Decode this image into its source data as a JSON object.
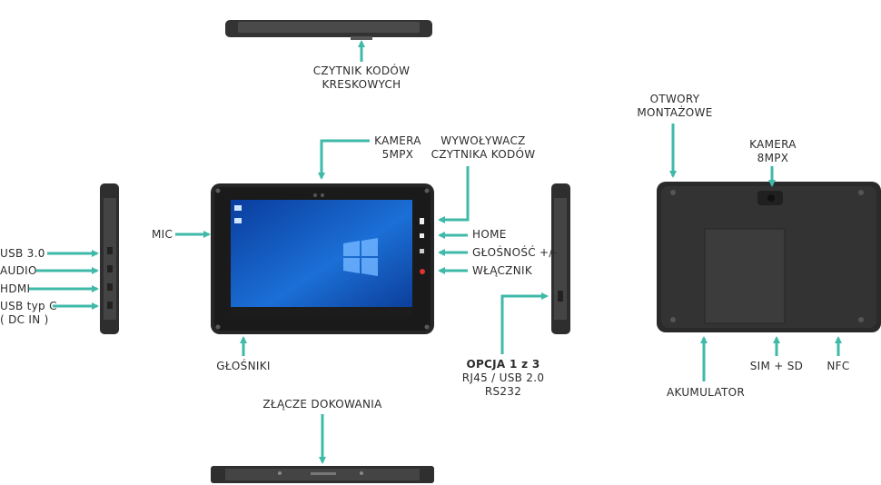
{
  "colors": {
    "arrow": "#3fb9a8",
    "device_dark": "#2a2a2a",
    "device_mid": "#3a3a3a",
    "screen": "#1e63c8"
  },
  "labels": {
    "barcode_reader": [
      "CZYTNIK KODÓW",
      "KRESKOWYCH"
    ],
    "camera_front": [
      "KAMERA",
      "5MPX"
    ],
    "barcode_trigger": [
      "WYWOŁYWACZ",
      "CZYTNIKA KODÓW"
    ],
    "mounting_holes": [
      "OTWORY",
      "MONTAŻOWE"
    ],
    "camera_rear": [
      "KAMERA",
      "8MPX"
    ],
    "mic": "MIC",
    "home": "HOME",
    "volume": "GŁOŚNOŚĆ +/-",
    "power": "WŁĄCZNIK",
    "usb3": "USB 3.0",
    "audio": "AUDIO",
    "hdmi": "HDMI",
    "usb_c": [
      "USB typ C",
      "( DC IN )"
    ],
    "speakers": "GŁOŚNIKI",
    "option_title": "OPCJA 1 z 3",
    "option_items": [
      "RJ45 / USB 2.0",
      "RS232"
    ],
    "battery": "AKUMULATOR",
    "sim_sd": "SIM + SD",
    "nfc": "NFC",
    "docking": "ZŁĄCZE DOKOWANIA"
  }
}
